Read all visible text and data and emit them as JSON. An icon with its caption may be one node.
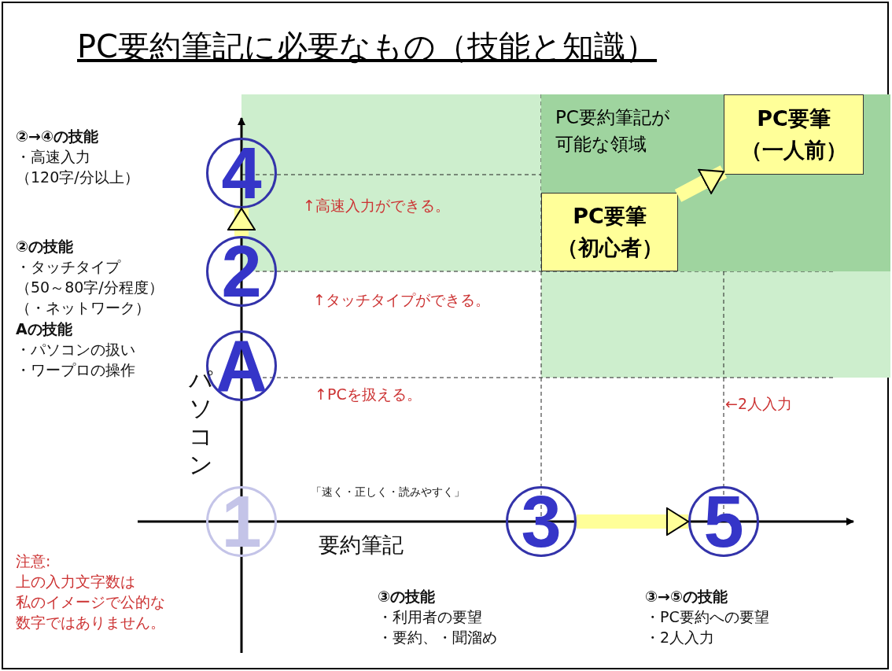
{
  "diagram": {
    "title": "PC要約筆記に必要なもの（技能と知識）",
    "nodes": [
      {
        "text": [
          "4"
        ]
      },
      {
        "text": [
          "2"
        ]
      },
      {
        "text": [
          "A"
        ]
      },
      {
        "text": [
          "1"
        ]
      },
      {
        "text": [
          "3"
        ]
      },
      {
        "text": [
          "5"
        ]
      },
      {
        "text": [
          "PC要約筆記が可能な領域"
        ]
      },
      {
        "text": [
          "PC要筆（初心者）"
        ],
        "in": 6
      },
      {
        "text": [
          "PC要筆（一人前）"
        ],
        "in": 6
      }
    ],
    "edges": [
      {
        "from": 1,
        "to": 0,
        "arrow": "to"
      },
      {
        "from": 4,
        "to": 5,
        "arrow": "to"
      },
      {
        "from": 7,
        "to": 8,
        "arrow": "to"
      }
    ],
    "labels": [
      "②→④の技能",
      "・高速入力（120字/分以上）",
      "②の技能",
      "・タッチタイプ（50～80字/分程度）",
      "（・ネットワーク）",
      "Aの技能",
      "・パソコンの扱い",
      "・ワープロの操作",
      "パソコン",
      "↑高速入力ができる。",
      "↑タッチタイプができる。",
      "↑PCを扱える。",
      "←2人入力",
      "「速く・正しく・読みやすく」",
      "要約筆記",
      "注意:",
      "上の入力文字数は私のイメージで公的な数字ではありません。",
      "③の技能",
      "・利用者の要望",
      "・要約、・聞溜め",
      "③→⑤の技能",
      "・PC要約への要望",
      "・2人入力"
    ]
  }
}
